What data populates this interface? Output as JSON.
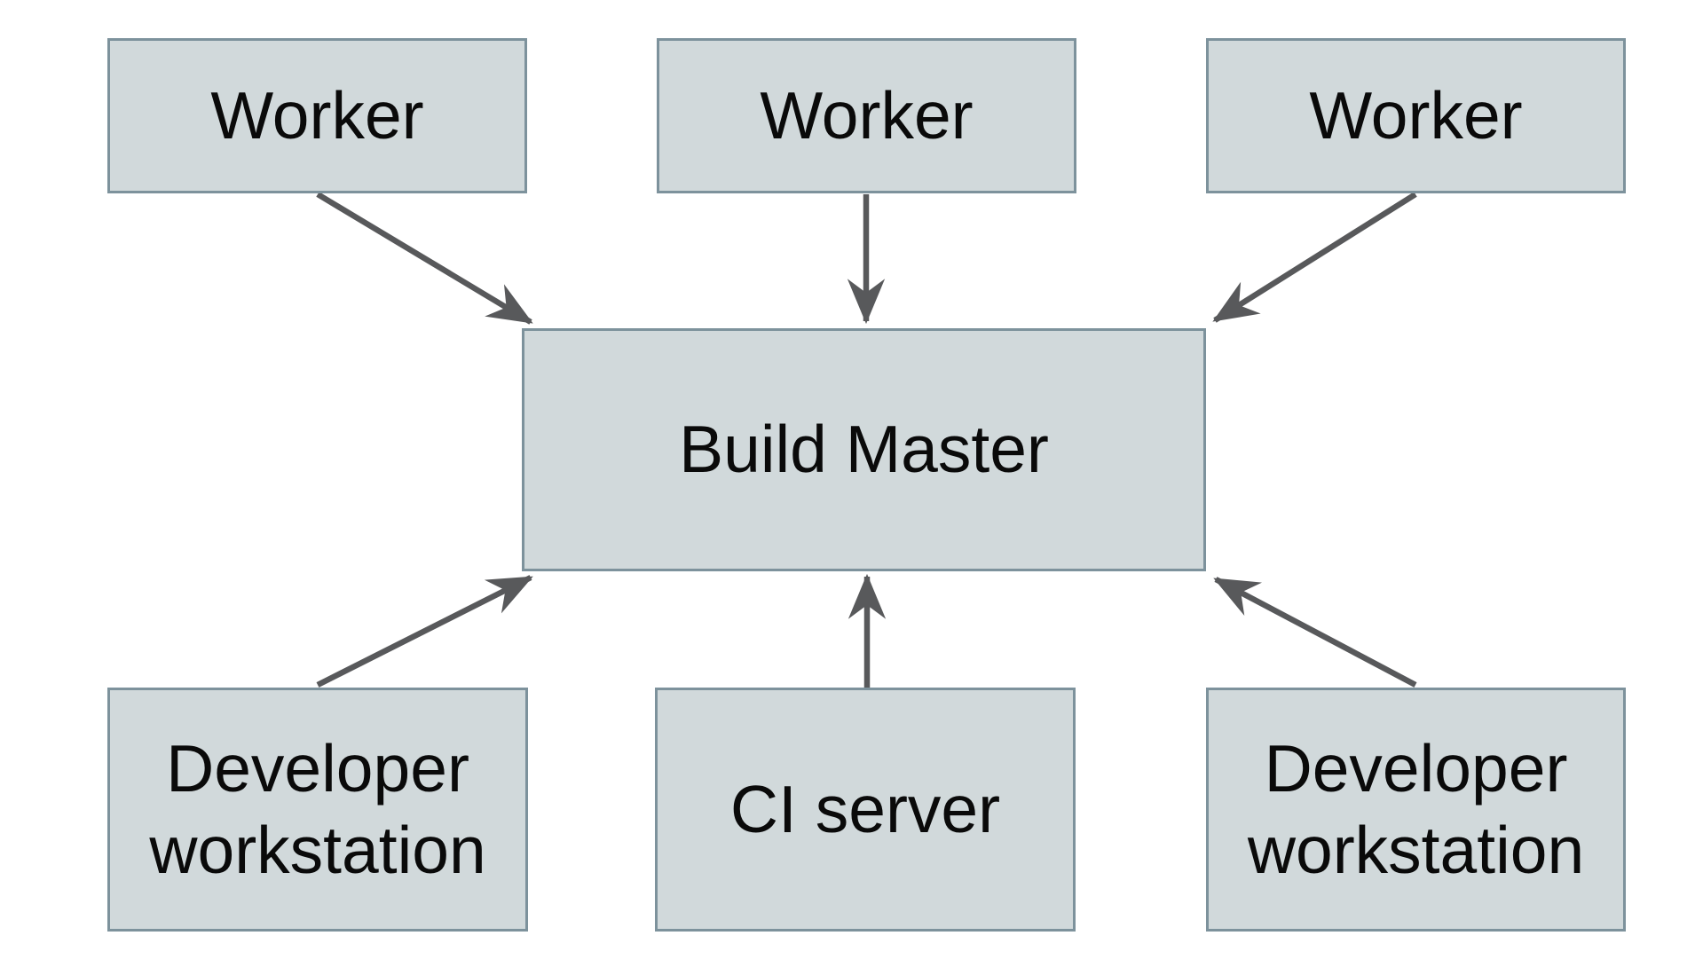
{
  "diagram": {
    "type": "architecture-flow",
    "nodes": {
      "worker_left": {
        "label": "Worker"
      },
      "worker_center": {
        "label": "Worker"
      },
      "worker_right": {
        "label": "Worker"
      },
      "build_master": {
        "label": "Build Master"
      },
      "dev_workstation_left": {
        "label": "Developer workstation"
      },
      "ci_server": {
        "label": "CI server"
      },
      "dev_workstation_right": {
        "label": "Developer workstation"
      }
    },
    "edges": [
      {
        "from": "worker_left",
        "to": "build_master"
      },
      {
        "from": "worker_center",
        "to": "build_master"
      },
      {
        "from": "worker_right",
        "to": "build_master"
      },
      {
        "from": "dev_workstation_left",
        "to": "build_master"
      },
      {
        "from": "ci_server",
        "to": "build_master"
      },
      {
        "from": "dev_workstation_right",
        "to": "build_master"
      }
    ]
  },
  "colors": {
    "background": "#ffffff",
    "node_fill": "#d1d9db",
    "node_border": "#7d929c",
    "arrow": "#58595b",
    "text": "#0a0a0a"
  }
}
